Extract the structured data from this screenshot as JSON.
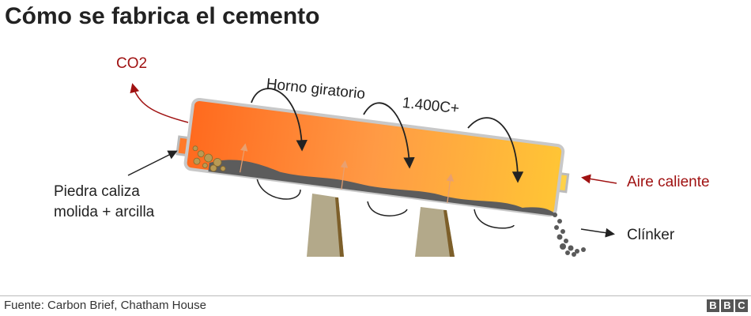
{
  "title": "Cómo se fabrica el cemento",
  "labels": {
    "co2": "CO2",
    "kiln": "Horno giratorio",
    "temperature": "1.400C+",
    "hot_air": "Aire caliente",
    "input_line1": "Piedra caliza",
    "input_line2": "molida + arcilla",
    "output": "Clínker"
  },
  "footer": {
    "source": "Fuente: Carbon Brief, Chatham House",
    "logo": [
      "B",
      "B",
      "C"
    ]
  },
  "colors": {
    "accent_red": "#a01212",
    "kiln_orange": "#ff7a2a",
    "kiln_yellow": "#ffc23a",
    "support": "#b3a98a",
    "clinker": "#5a5a5a"
  }
}
